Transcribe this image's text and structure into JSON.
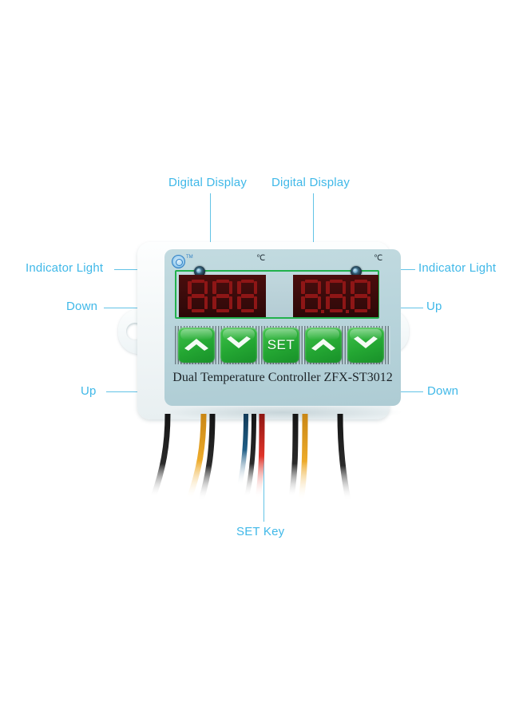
{
  "product": {
    "model_text": "Dual Temperature Controller ZFX-ST3012",
    "brand_tm": "TM",
    "unit_left": "℃",
    "unit_right": "℃",
    "display_left": {
      "digits": [
        "8",
        "8",
        "8"
      ],
      "state": "dim"
    },
    "display_right": {
      "digits": [
        "8",
        "8",
        "8"
      ],
      "state": "dim"
    },
    "keys": [
      {
        "name": "up-key-left",
        "label": "",
        "icon": "chevron-up-icon"
      },
      {
        "name": "down-key-left",
        "label": "",
        "icon": "chevron-down-icon"
      },
      {
        "name": "set-key",
        "label": "SET",
        "icon": "text"
      },
      {
        "name": "up-key-right",
        "label": "",
        "icon": "chevron-up-icon"
      },
      {
        "name": "down-key-right",
        "label": "",
        "icon": "chevron-down-icon"
      }
    ],
    "wires": [
      {
        "name": "wire-black-1",
        "colors": [
          "#1a1a1a"
        ]
      },
      {
        "name": "wire-yellow-1",
        "colors": [
          "#e8a324"
        ]
      },
      {
        "name": "wire-black-2",
        "colors": [
          "#1a1a1a"
        ]
      },
      {
        "name": "wire-blue",
        "colors": [
          "#1b4a6e"
        ]
      },
      {
        "name": "wire-red",
        "colors": [
          "#d02a22"
        ]
      },
      {
        "name": "wire-black-3",
        "colors": [
          "#1a1a1a"
        ]
      },
      {
        "name": "wire-yellow-2",
        "colors": [
          "#e8a324"
        ]
      },
      {
        "name": "wire-black-4",
        "colors": [
          "#1a1a1a"
        ]
      }
    ]
  },
  "annotations": {
    "digital_display_left": "Digital Display",
    "digital_display_right": "Digital Display",
    "indicator_light_left": "Indicator Light",
    "indicator_light_right": "Indicator Light",
    "down_left": "Down",
    "up_right": "Up",
    "up_bottom_left": "Up",
    "down_bottom_right": "Down",
    "set_key": "SET Key"
  },
  "colors": {
    "callout_text": "#3fb8e8",
    "callout_line": "#62c3e6",
    "display_border_green": "#22b14c",
    "key_green": "#24a733",
    "lcd_red": "#8e1616",
    "faceplate": "#b9d5dc",
    "background": "#ffffff"
  }
}
